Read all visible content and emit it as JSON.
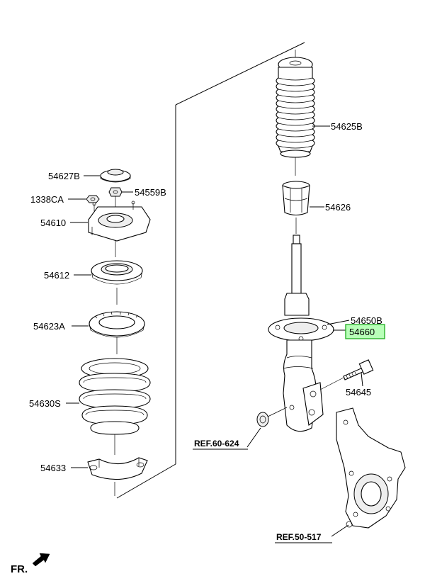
{
  "parts": {
    "p54625B": "54625B",
    "p54626": "54626",
    "p54650B": "54650B",
    "p54660": "54660",
    "p54645": "54645",
    "p54627B": "54627B",
    "p1338CA": "1338CA",
    "p54559B": "54559B",
    "p54610": "54610",
    "p54612": "54612",
    "p54623A": "54623A",
    "p54630S": "54630S",
    "p54633": "54633"
  },
  "refs": {
    "ref1": "REF.60-624",
    "ref2": "REF.50-517"
  },
  "direction": "FR.",
  "highlight_color": "#b8ffb8"
}
